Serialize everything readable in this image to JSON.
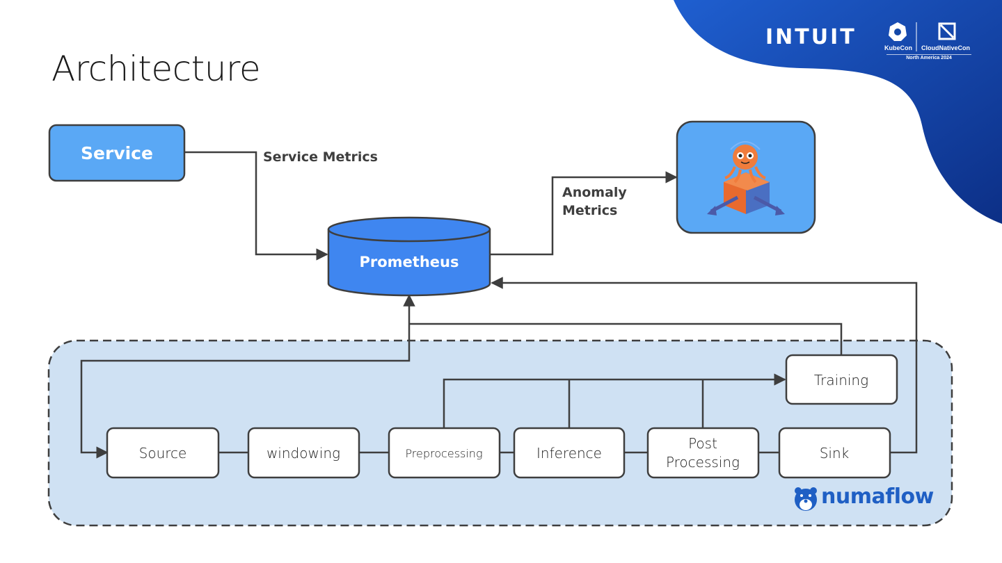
{
  "slide": {
    "title": "Architecture"
  },
  "branding": {
    "company_logo_text": "INTUIT",
    "conference_left": "KubeCon",
    "conference_right": "CloudNativeCon",
    "conference_sub": "North America 2024",
    "numaflow_logo_text": "numaflow"
  },
  "nodes": {
    "service": "Service",
    "prometheus": "Prometheus",
    "source": "Source",
    "windowing": "windowing",
    "preprocessing": "Preprocessing",
    "inference": "Inference",
    "post_processing_line1": "Post",
    "post_processing_line2": "Processing",
    "sink": "Sink",
    "training": "Training"
  },
  "edge_labels": {
    "service_metrics": "Service Metrics",
    "anomaly_metrics_line1": "Anomaly",
    "anomaly_metrics_line2": "Metrics"
  },
  "icons": {
    "argo": "argo-rollouts-octopus-icon",
    "numaflow": "numaflow-bear-icon",
    "kubecon": "kubecon-helm-icon",
    "cncf": "cloudnativecon-icon"
  },
  "colors": {
    "primary_box": "#5aa8f5",
    "prometheus": "#3f86f0",
    "pipeline_area": "#cfe1f3",
    "stroke": "#3e3e3e",
    "brand_blue": "#1448a8"
  }
}
